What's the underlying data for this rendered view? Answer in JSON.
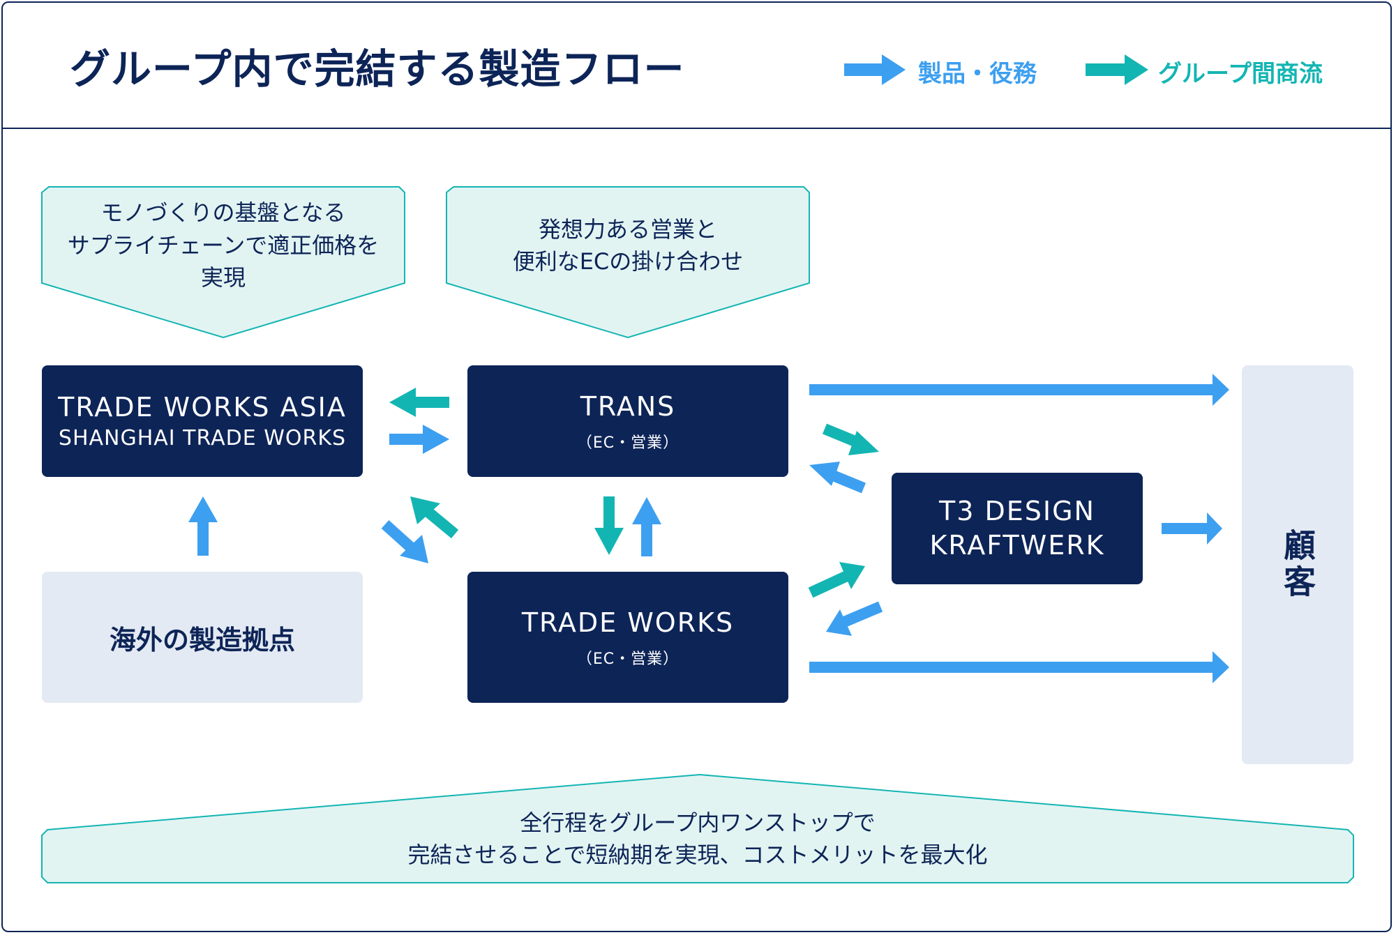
{
  "title": "グループ内で完結する製造フロー",
  "legend": {
    "product_label": "製品・役務",
    "group_label": "グループ間商流",
    "product_color": "#3d9ff0",
    "group_color": "#13b5b3"
  },
  "callouts": {
    "left": "モノづくりの基盤となる\nサプライチェーンで適正価格を\n実現",
    "center": "発想力ある営業と\n便利なECの掛け合わせ",
    "bottom": "全行程をグループ内ワンストップで\n完結させることで短納期を実現、コストメリットを最大化"
  },
  "nodes": {
    "twa": {
      "line1": "TRADE WORKS ASIA",
      "line2": "SHANGHAI TRADE WORKS"
    },
    "trans": {
      "name": "TRANS",
      "sub": "（EC・営業）"
    },
    "tradeworks": {
      "name": "TRADE WORKS",
      "sub": "（EC・営業）"
    },
    "t3": {
      "line1": "T3 DESIGN",
      "line2": "KRAFTWERK"
    },
    "overseas": {
      "label": "海外の製造拠点"
    },
    "customer": {
      "label": "顧客"
    }
  },
  "colors": {
    "navy": "#0d2457",
    "blue": "#3d9ff0",
    "teal": "#13b5b3",
    "callout_fill": "#e2f4f2",
    "grey_box": "#e4eaf3"
  }
}
